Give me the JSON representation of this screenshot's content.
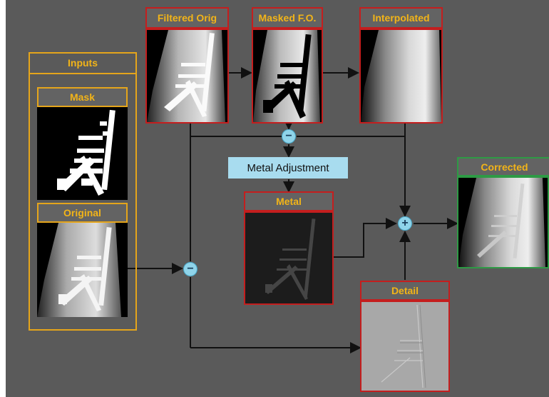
{
  "labels": {
    "inputs": "Inputs",
    "mask": "Mask",
    "original": "Original",
    "filtered_orig": "Filtered Orig",
    "masked_fo": "Masked F.O.",
    "interpolated": "Interpolated",
    "metal": "Metal",
    "detail": "Detail",
    "corrected": "Corrected"
  },
  "metal_adjustment": "Metal Adjustment",
  "operators": {
    "subtract_top": "−",
    "subtract_left": "−",
    "add": "+"
  },
  "colors": {
    "background": "#5a5a5a",
    "input_border": "#e5a51b",
    "process_border": "#c41e1e",
    "output_border": "#2e9a45",
    "label_text": "#f2b418",
    "operator_fill": "#8fd4ea",
    "adjust_fill": "#a8dcef"
  }
}
